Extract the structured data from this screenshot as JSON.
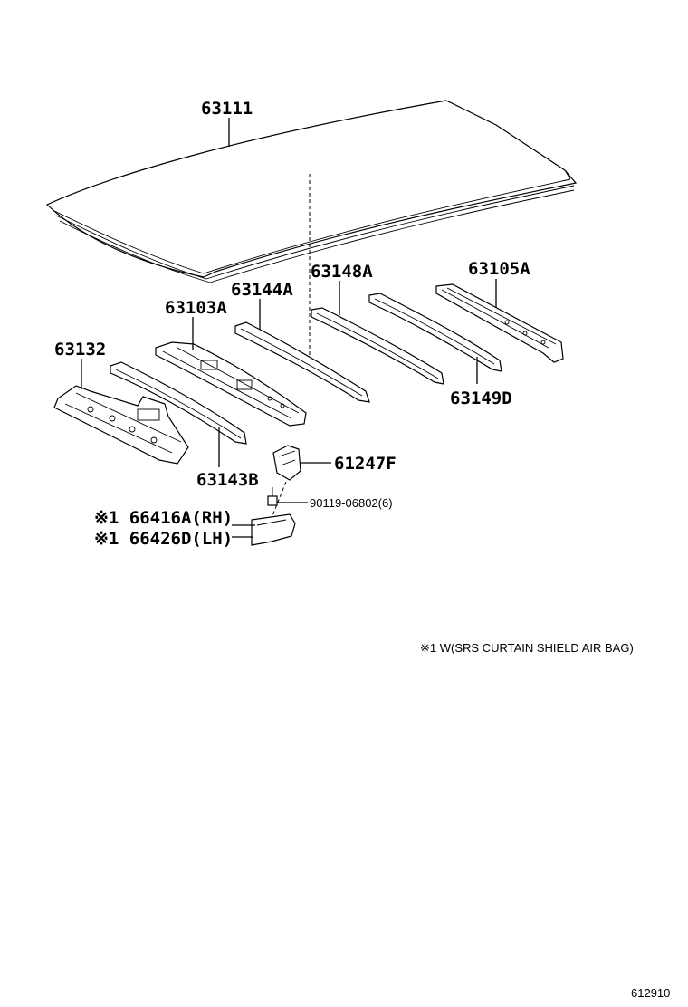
{
  "parts": [
    {
      "id": "roof_panel",
      "label": "63111"
    },
    {
      "id": "front_header",
      "label": "63103A"
    },
    {
      "id": "bow_1",
      "label": "63144A"
    },
    {
      "id": "bow_2",
      "label": "63148A"
    },
    {
      "id": "rear_header",
      "label": "63105A"
    },
    {
      "id": "bow_3",
      "label": "63149D"
    },
    {
      "id": "front_panel",
      "label": "63132"
    },
    {
      "id": "bow_front",
      "label": "63143B"
    },
    {
      "id": "bracket",
      "label": "61247F"
    },
    {
      "id": "bolt",
      "label": "90119-06802(6)"
    },
    {
      "id": "rh_bracket",
      "label": "※1 66416A(RH)"
    },
    {
      "id": "lh_bracket",
      "label": "※1 66426D(LH)"
    }
  ],
  "note": "※1 W(SRS CURTAIN SHIELD AIR BAG)",
  "diagram_code": "612910"
}
